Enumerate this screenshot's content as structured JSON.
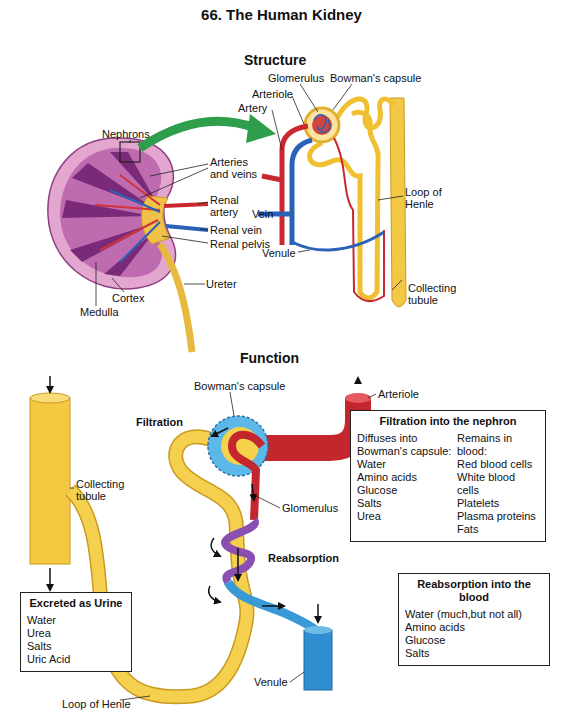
{
  "diagram": {
    "title": "66. The Human Kidney",
    "nodes": [
      {
        "text": [
          "Filtration into the nephron",
          "Diffuses into Bowman's capsule:",
          "Water",
          "Amino acids",
          "Glucose",
          "Salts",
          "Urea",
          "Remains in blood:",
          "Red blood cells",
          "White blood cells",
          "Platelets",
          "Plasma proteins",
          "Fats"
        ]
      },
      {
        "text": [
          "Reabsorption into the blood",
          "Water (much,but not all)",
          "Amino acids",
          "Glucose",
          "Salts"
        ]
      },
      {
        "text": [
          "Excreted as Urine",
          "Water",
          "Urea",
          "Salts",
          "Uric Acid"
        ]
      }
    ],
    "labels": [
      "Structure",
      "Glomerulus",
      "Bowman's capsule",
      "Arteriole",
      "Artery",
      "Nephrons",
      "Arteries and veins",
      "Renal artery",
      "Vein",
      "Renal vein",
      "Renal pelvis",
      "Loop of Henle",
      "Venule",
      "Ureter",
      "Collecting tubule",
      "Cortex",
      "Medulla",
      "Function",
      "Bowman's capsule",
      "Arteriole",
      "Filtration",
      "Collecting tubule",
      "Glomerulus",
      "Reabsorption",
      "Venule",
      "Loop of Henle"
    ]
  }
}
